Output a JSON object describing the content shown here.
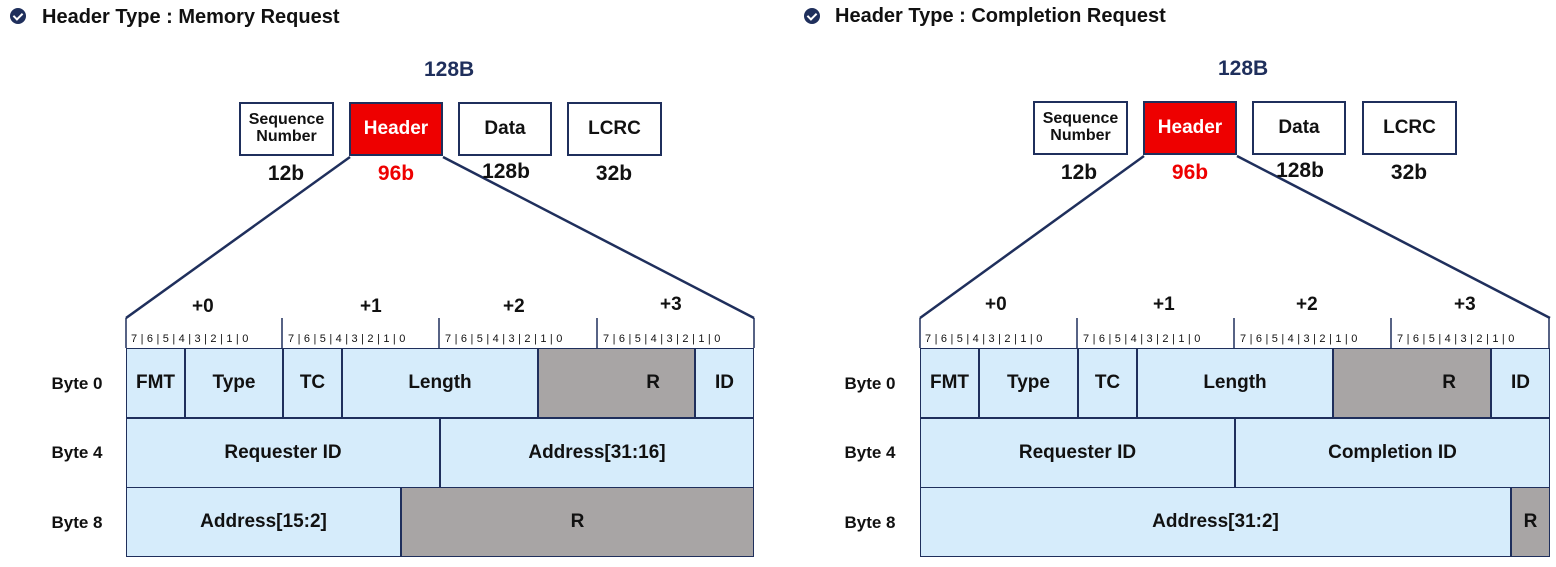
{
  "panels": [
    {
      "title": "Header Type : Memory Request",
      "total": "128B",
      "packet": [
        {
          "label": "Sequence Number",
          "size": "12b"
        },
        {
          "label": "Header",
          "size": "96b",
          "highlight": true
        },
        {
          "label": "Data",
          "size": "128b"
        },
        {
          "label": "LCRC",
          "size": "32b"
        }
      ],
      "byte_offsets": [
        "+0",
        "+1",
        "+2",
        "+3"
      ],
      "bit_labels": [
        "7 | 6 | 5 | 4 | 3 | 2 | 1 | 0",
        "7 | 6 | 5 | 4 | 3 | 2 | 1 | 0",
        "7 | 6 | 5 | 4 | 3 | 2 | 1 | 0",
        "7 | 6 | 5 | 4 | 3 | 2 | 1 | 0"
      ],
      "rows": [
        {
          "label": "Byte 0",
          "fields": [
            {
              "name": "FMT",
              "bits": 3
            },
            {
              "name": "Type",
              "bits": 5
            },
            {
              "name": "TC",
              "bits": 3
            },
            {
              "name": "Length",
              "bits": 10
            },
            {
              "name": "R",
              "bits": 8,
              "reserved": true
            },
            {
              "name": "ID",
              "bits": 3
            }
          ]
        },
        {
          "label": "Byte 4",
          "fields": [
            {
              "name": "Requester ID",
              "bits": 16
            },
            {
              "name": "Address[31:16]",
              "bits": 16
            }
          ]
        },
        {
          "label": "Byte 8",
          "fields": [
            {
              "name": "Address[15:2]",
              "bits": 14
            },
            {
              "name": "R",
              "bits": 18,
              "reserved": true
            }
          ]
        }
      ]
    },
    {
      "title": "Header Type : Completion Request",
      "total": "128B",
      "packet": [
        {
          "label": "Sequence Number",
          "size": "12b"
        },
        {
          "label": "Header",
          "size": "96b",
          "highlight": true
        },
        {
          "label": "Data",
          "size": "128b"
        },
        {
          "label": "LCRC",
          "size": "32b"
        }
      ],
      "byte_offsets": [
        "+0",
        "+1",
        "+2",
        "+3"
      ],
      "bit_labels": [
        "7 | 6 | 5 | 4 | 3 | 2 | 1 | 0",
        "7 | 6 | 5 | 4 | 3 | 2 | 1 | 0",
        "7 | 6 | 5 | 4 | 3 | 2 | 1 | 0",
        "7 | 6 | 5 | 4 | 3 | 2 | 1 | 0"
      ],
      "rows": [
        {
          "label": "Byte 0",
          "fields": [
            {
              "name": "FMT",
              "bits": 3
            },
            {
              "name": "Type",
              "bits": 5
            },
            {
              "name": "TC",
              "bits": 3
            },
            {
              "name": "Length",
              "bits": 10
            },
            {
              "name": "R",
              "bits": 8,
              "reserved": true
            },
            {
              "name": "ID",
              "bits": 3
            }
          ]
        },
        {
          "label": "Byte 4",
          "fields": [
            {
              "name": "Requester ID",
              "bits": 16
            },
            {
              "name": "Completion ID",
              "bits": 16
            }
          ]
        },
        {
          "label": "Byte 8",
          "fields": [
            {
              "name": "Address[31:2]",
              "bits": 30
            },
            {
              "name": "R",
              "bits": 2,
              "reserved": true
            }
          ]
        }
      ]
    }
  ],
  "colors": {
    "navy": "#1f2f5c",
    "header_red": "#ee0000",
    "field_blue": "#d6ecfb",
    "reserved_gray": "#a8a5a5"
  }
}
